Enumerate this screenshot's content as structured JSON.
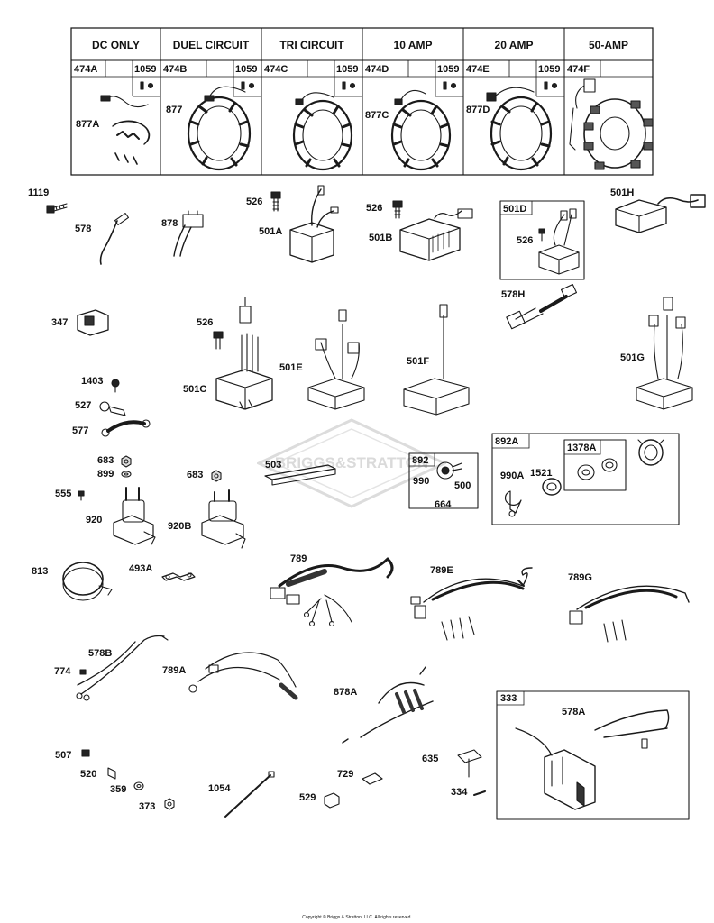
{
  "stator_table": {
    "headers": [
      "DC ONLY",
      "DUEL CIRCUIT",
      "TRI CIRCUIT",
      "10 AMP",
      "20 AMP",
      "50-AMP"
    ],
    "sub_parts": [
      "474A",
      "474B",
      "474C",
      "474D",
      "474E",
      "474F"
    ],
    "fastener_part": "1059",
    "stator_parts": [
      "877A",
      "877",
      "",
      "877C",
      "877D",
      ""
    ]
  },
  "parts": [
    "1119",
    "578",
    "878",
    "526",
    "501A",
    "526",
    "501B",
    "501D",
    "526",
    "501H",
    "347",
    "526",
    "501C",
    "501E",
    "501F",
    "578H",
    "501G",
    "1403",
    "527",
    "577",
    "683",
    "899",
    "555",
    "920",
    "683",
    "920B",
    "503",
    "892",
    "990",
    "500",
    "664",
    "892A",
    "1378A",
    "990A",
    "1521",
    "813",
    "493A",
    "789",
    "789E",
    "789G",
    "578B",
    "774",
    "789A",
    "878A",
    "333",
    "578A",
    "507",
    "520",
    "359",
    "373",
    "1054",
    "729",
    "529",
    "635",
    "334"
  ],
  "watermark": "BRIGGS&STRATTON",
  "copyright": "Copyright © Briggs & Stratton, LLC. All rights reserved.",
  "colors": {
    "line": "#1a1a1a",
    "watermark": "#d9d9d9",
    "background": "#ffffff"
  }
}
